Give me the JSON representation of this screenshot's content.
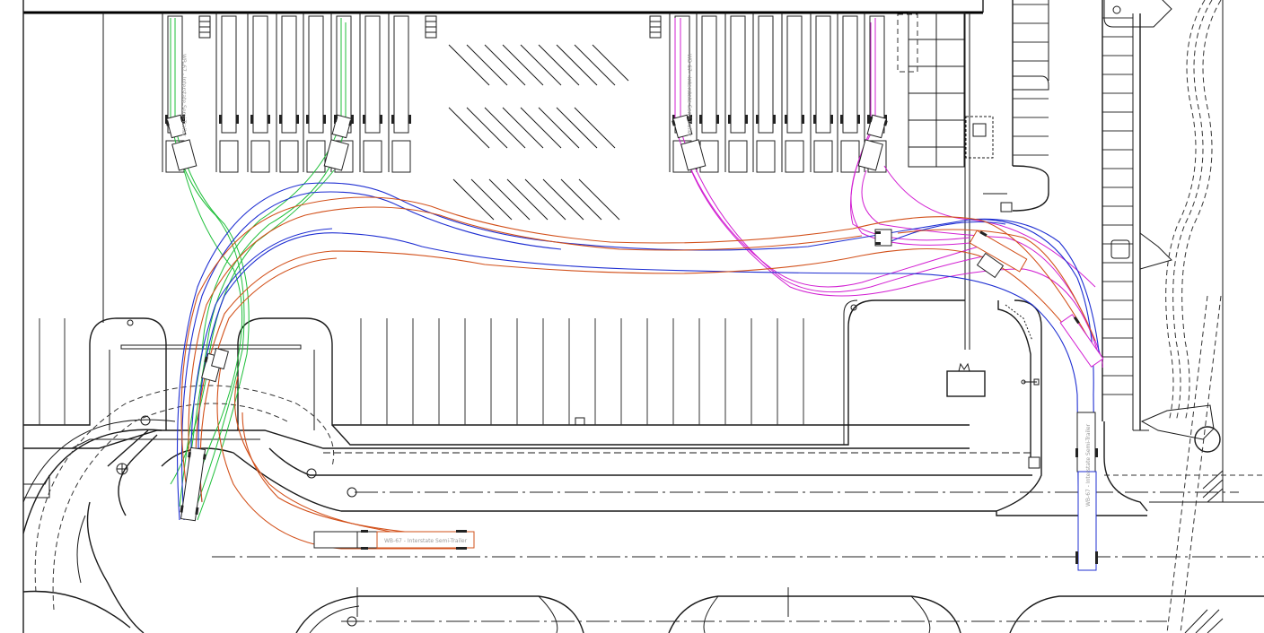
{
  "drawing": {
    "type": "site plan truck turning movement study",
    "vehicle_label_west": "WB-67 - Interstate Semi-Trailer",
    "vehicle_label_east": "WB-67 - Interstate Semi-Trailer",
    "vehicle_label_exit_orange": "WB-67 - Interstate Semi-Trailer",
    "vehicle_label_exit_blue": "WB-67 - Interstate Semi-Trailer"
  },
  "colors": {
    "linework": "#1a1a1a",
    "path_green": "#1fbf3a",
    "path_magenta": "#d21fd2",
    "path_blue": "#1f2fd2",
    "path_orange": "#d2501a",
    "truck_fill": "#ffffff",
    "cab_red": "#cc2222"
  },
  "icons": {
    "hydrant": "circle-cross-symbol",
    "light_pole": "circle-dot-symbol",
    "sign": "directional-arrow-sign"
  }
}
